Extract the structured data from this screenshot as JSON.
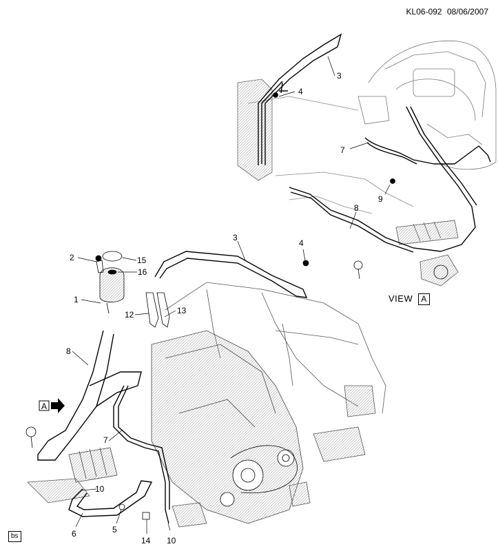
{
  "header": {
    "code": "KL06-092",
    "date": "08/06/2007"
  },
  "view_label": {
    "text": "VIEW",
    "letter": "A"
  },
  "arrow_label": {
    "letter": "A"
  },
  "corner_tag": "bs",
  "callouts_upper": [
    "3",
    "4",
    "7",
    "9",
    "8"
  ],
  "callouts_lower": [
    "2",
    "15",
    "16",
    "1",
    "12",
    "13",
    "3",
    "4",
    "8",
    "7",
    "10",
    "6",
    "5",
    "14",
    "10"
  ],
  "colors": {
    "line": "#000000",
    "background": "#ffffff",
    "hatch": "#8a8a8a"
  }
}
